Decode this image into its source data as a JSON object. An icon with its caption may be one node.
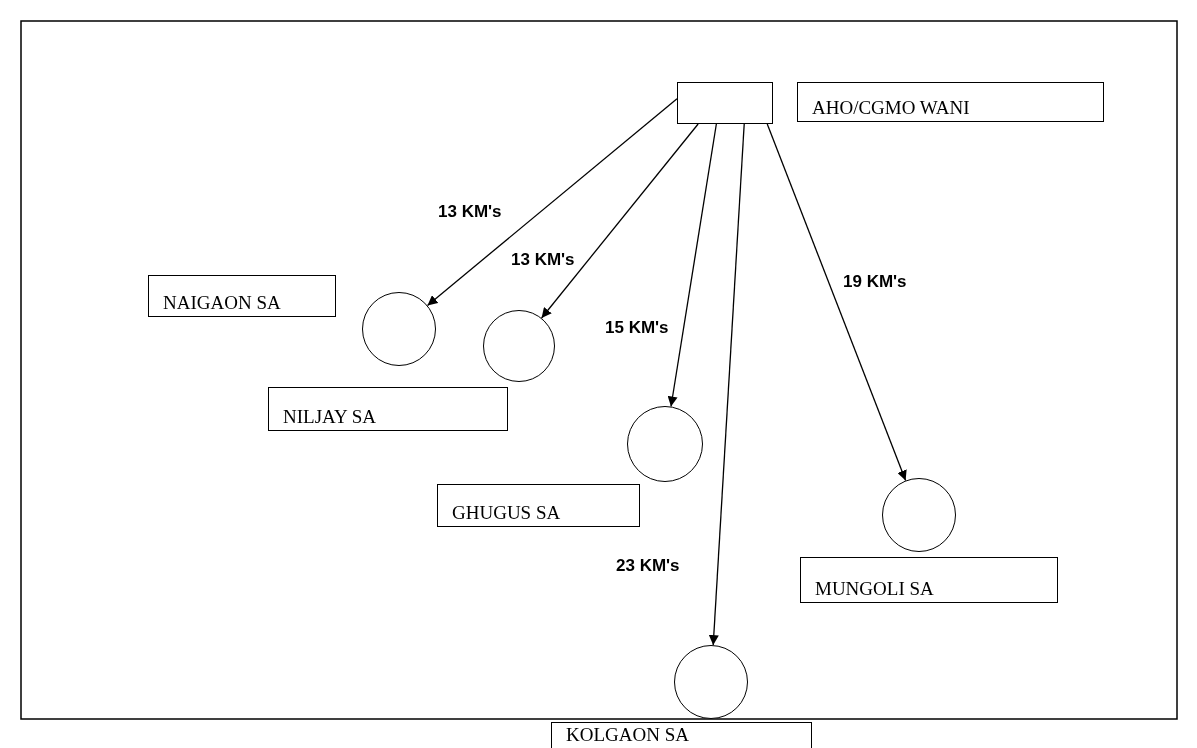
{
  "diagram": {
    "nodes": [
      {
        "text": [],
        "shape": "box"
      },
      {
        "text": [
          "AHO/CGMO WANI"
        ]
      },
      {
        "text": [
          "NAIGAON SA"
        ]
      },
      {
        "text": [],
        "shape": "circle"
      },
      {
        "text": [],
        "shape": "circle"
      },
      {
        "text": [
          "NILJAY SA"
        ]
      },
      {
        "text": [],
        "shape": "circle"
      },
      {
        "text": [
          "GHUGUS SA"
        ]
      },
      {
        "text": [],
        "shape": "circle"
      },
      {
        "text": [
          "MUNGOLI SA"
        ]
      },
      {
        "text": [],
        "shape": "circle"
      },
      {
        "text": [
          "KOLGAON SA"
        ]
      }
    ],
    "edges": [
      {
        "from": 0,
        "to": 3,
        "arrow": "to",
        "label": "13 KM's"
      },
      {
        "from": 0,
        "to": 4,
        "arrow": "to",
        "label": "13 KM's"
      },
      {
        "from": 0,
        "to": 6,
        "arrow": "to",
        "label": "15 KM's"
      },
      {
        "from": 0,
        "to": 10,
        "arrow": "to",
        "label": "23 KM's"
      },
      {
        "from": 0,
        "to": 8,
        "arrow": "to",
        "label": "19 KM's"
      }
    ]
  }
}
